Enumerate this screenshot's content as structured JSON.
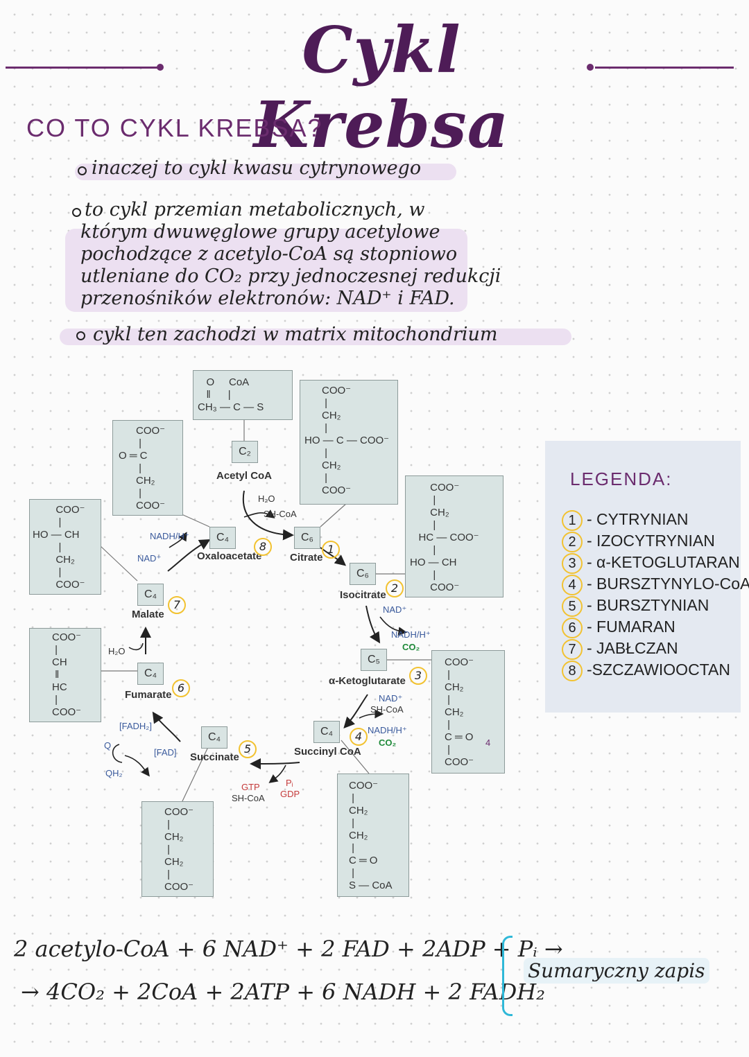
{
  "header": {
    "title": "Cykl Krebsa",
    "question": "CO TO CYKL KREBSA?"
  },
  "notes": {
    "line1": "inaczej to cykl kwasu cytrynowego",
    "para2": [
      "to cykl przemian metabolicznych, w",
      "którym dwuwęglowe grupy acetylowe",
      "pochodzące z acetylo-CoA są stopniowo",
      "utleniane do CO₂ przy jednoczesnej redukcji",
      "przenośników elektronów: NAD⁺ i FAD."
    ],
    "line3": "cykl ten zachodzi w matrix mitochondrium"
  },
  "diagram": {
    "acetyl_coa": {
      "label": "Acetyl CoA",
      "c": "C₂",
      "formula": "   O     CoA\n   ‖      |\nCH₃ — C — S"
    },
    "citrate": {
      "label": "Citrate",
      "c": "C₆",
      "formula": "      COO⁻\n       |\n      CH₂\n       |\nHO — C — COO⁻\n       |\n      CH₂\n       |\n      COO⁻"
    },
    "isocitrate": {
      "label": "Isocitrate",
      "c": "C₆",
      "formula": "       COO⁻\n        |\n       CH₂\n        |\n   HC — COO⁻\n        |\nHO — CH\n        |\n       COO⁻"
    },
    "ketoglutarate": {
      "label": "α-Ketoglutarate",
      "c": "C₅",
      "formula": "COO⁻\n |\nCH₂\n |\nCH₂\n |\nC ═ O\n |\nCOO⁻"
    },
    "succinyl_coa": {
      "label": "Succinyl CoA",
      "c": "C₄",
      "formula": "COO⁻\n |\nCH₂\n |\nCH₂\n |\nC ═ O\n |\nS — CoA"
    },
    "succinate": {
      "label": "Succinate",
      "c": "C₄",
      "formula": "COO⁻\n |\nCH₂\n |\nCH₂\n |\nCOO⁻"
    },
    "fumarate": {
      "label": "Fumarate",
      "c": "C₄",
      "formula": "COO⁻\n |\nCH\n ‖\nHC\n |\nCOO⁻"
    },
    "malate": {
      "label": "Malate",
      "c": "C₄",
      "formula": "        COO⁻\n         |\nHO — CH\n         |\n        CH₂\n         |\n        COO⁻"
    },
    "oxaloacetate": {
      "label": "Oxaloacetate",
      "c": "C₄",
      "formula": "      COO⁻\n       |\nO ═ C\n       |\n      CH₂\n       |\n      COO⁻"
    },
    "cofactors": {
      "h2o_top": "H₂O",
      "shcoa_top": "SH-CoA",
      "nad_iso": "NAD⁺",
      "nadh_iso": "NADH/H⁺",
      "co2_iso": "CO₂",
      "nad_keto": "NAD⁺",
      "shcoa_keto": "SH-CoA",
      "nadh_keto": "NADH/H⁺",
      "co2_keto": "CO₂",
      "pi": "Pᵢ",
      "gdp": "GDP",
      "gtp": "GTP",
      "shcoa_succ": "SH-CoA",
      "fadh2": "[FADH₂]",
      "fad": "[FAD]",
      "q": "Q",
      "qh2": "QH₂",
      "h2o_fum": "H₂O",
      "nadh_mal": "NADH/H⁺",
      "nad_mal": "NAD⁺"
    },
    "numbers": [
      "1",
      "2",
      "3",
      "4",
      "5",
      "6",
      "7",
      "8"
    ],
    "extra_mark": "4"
  },
  "legend": {
    "title": "LEGENDA:",
    "items": [
      {
        "n": "1",
        "text": "- CYTRYNIAN"
      },
      {
        "n": "2",
        "text": "- IZOCYTRYNIAN"
      },
      {
        "n": "3",
        "text": "- α-KETOGLUTARAN"
      },
      {
        "n": "4",
        "text": "- BURSZTYNYLO-CoA"
      },
      {
        "n": "5",
        "text": "- BURSZTYNIAN"
      },
      {
        "n": "6",
        "text": "- FUMARAN"
      },
      {
        "n": "7",
        "text": "- JABŁCZAN"
      },
      {
        "n": "8",
        "text": "-SZCZAWIOOCTAN"
      }
    ]
  },
  "equation": {
    "line1": "2 acetylo-CoA + 6 NAD⁺ + 2 FAD + 2ADP + Pᵢ →",
    "line2": "→ 4CO₂ + 2CoA + 2ATP + 6 NADH + 2 FADH₂",
    "note": "Sumaryczny zapis"
  }
}
